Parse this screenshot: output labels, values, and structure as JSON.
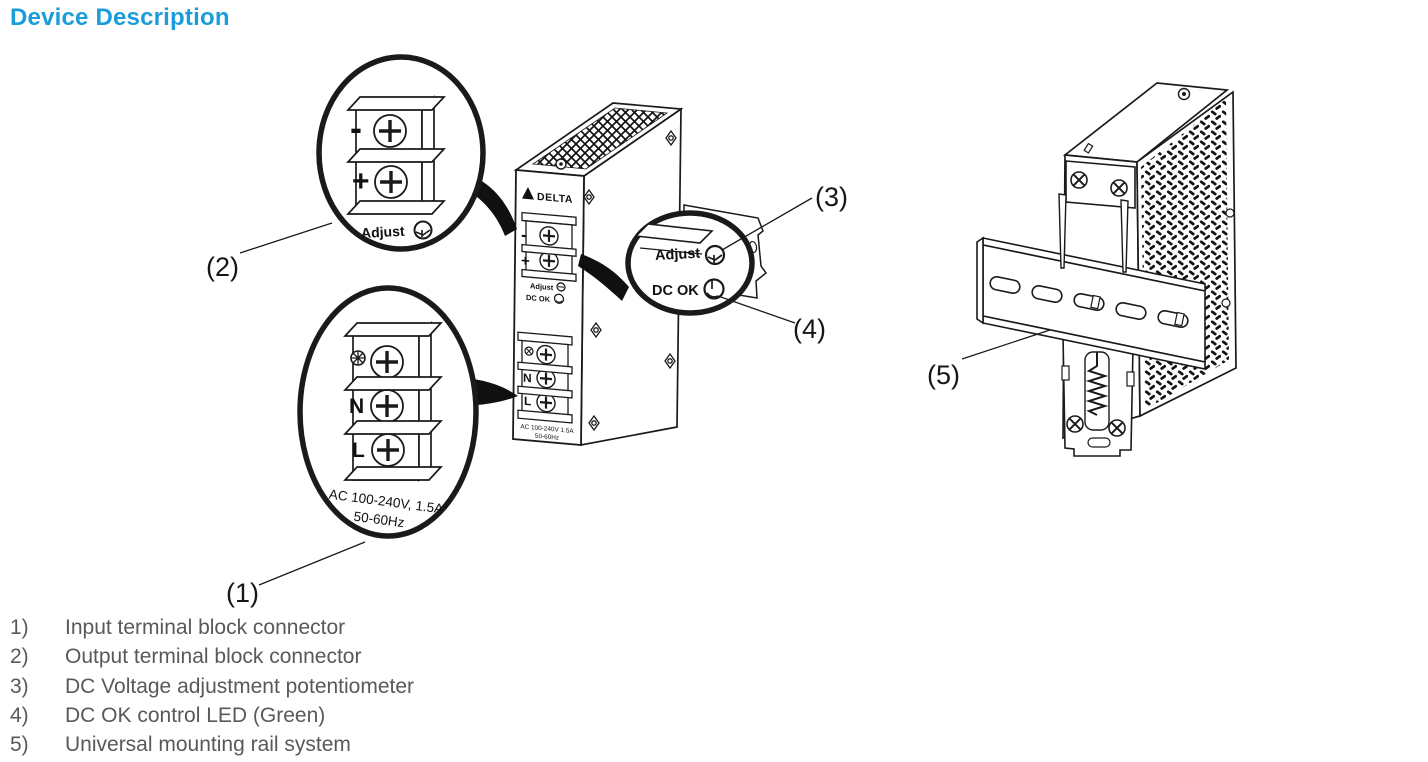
{
  "page": {
    "title": "Device Description"
  },
  "colors": {
    "title_blue": "#1b9dd9",
    "legend_gray": "#595959",
    "line_art_ink": "#1a1a1a",
    "paper": "#ffffff"
  },
  "legend": {
    "items": [
      {
        "num": "1)",
        "label": "Input terminal block connector"
      },
      {
        "num": "2)",
        "label": "Output terminal block connector"
      },
      {
        "num": "3)",
        "label": "DC Voltage adjustment potentiometer"
      },
      {
        "num": "4)",
        "label": "DC OK control LED (Green)"
      },
      {
        "num": "5)",
        "label": "Universal mounting rail system"
      }
    ]
  },
  "callouts": {
    "c1": "(1)",
    "c2": "(2)",
    "c3": "(3)",
    "c4": "(4)",
    "c5": "(5)"
  },
  "diagram": {
    "output_detail": {
      "minus": "-",
      "plus": "+",
      "adjust_label": "Adjust"
    },
    "input_detail": {
      "neutral": "N",
      "line": "L",
      "rating_line1": "AC 100-240V, 1.5A",
      "rating_line2": "50-60Hz"
    },
    "front_panel": {
      "brand": "DELTA",
      "minus": "-",
      "plus": "+",
      "adjust_label": "Adjust",
      "dc_ok_label": "DC OK",
      "neutral": "N",
      "line": "L",
      "rating_line1": "AC 100-240V 1.5A",
      "rating_line2": "50-60Hz"
    },
    "adjust_detail": {
      "adjust_label": "Adjust",
      "dc_ok_label": "DC OK"
    }
  }
}
